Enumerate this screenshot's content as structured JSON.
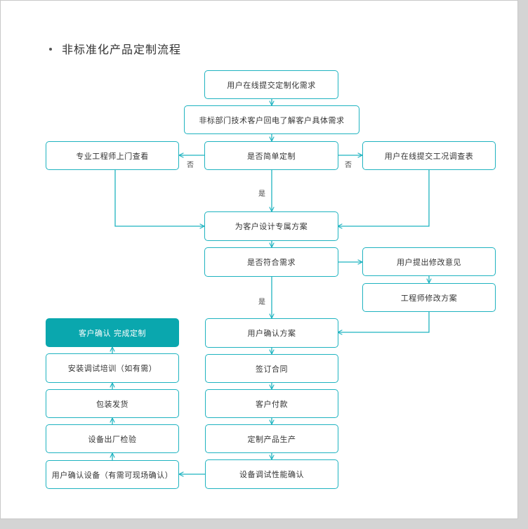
{
  "heading": "非标准化产品定制流程",
  "colors": {
    "stroke": "#1fb3c0",
    "filled": "#0aa7ae",
    "text": "#333333"
  },
  "nodes": {
    "online_request": "用户在线提交定制化需求",
    "callback": "非标部门技术客户回电了解客户具体需求",
    "is_simple": "是否简单定制",
    "onsite_visit": "专业工程师上门查看",
    "survey_form": "用户在线提交工况调查表",
    "design_plan": "为客户设计专属方案",
    "meets_needs": "是否符合需求",
    "user_feedback": "用户提出修改意见",
    "engineer_revise": "工程师修改方案",
    "user_confirm_plan": "用户确认方案",
    "sign_contract": "签订合同",
    "payment": "客户付款",
    "production": "定制产品生产",
    "performance_check": "设备调试性能确认",
    "user_confirm_device": "用户确认设备（有需可现场确认）",
    "factory_inspect": "设备出厂检验",
    "ship": "包装发货",
    "install_train": "安装调试培训（如有需）",
    "complete": "客户确认 完成定制"
  },
  "edge_labels": {
    "no_left": "否",
    "no_right": "否",
    "yes_simple": "是",
    "yes_meets": "是"
  }
}
